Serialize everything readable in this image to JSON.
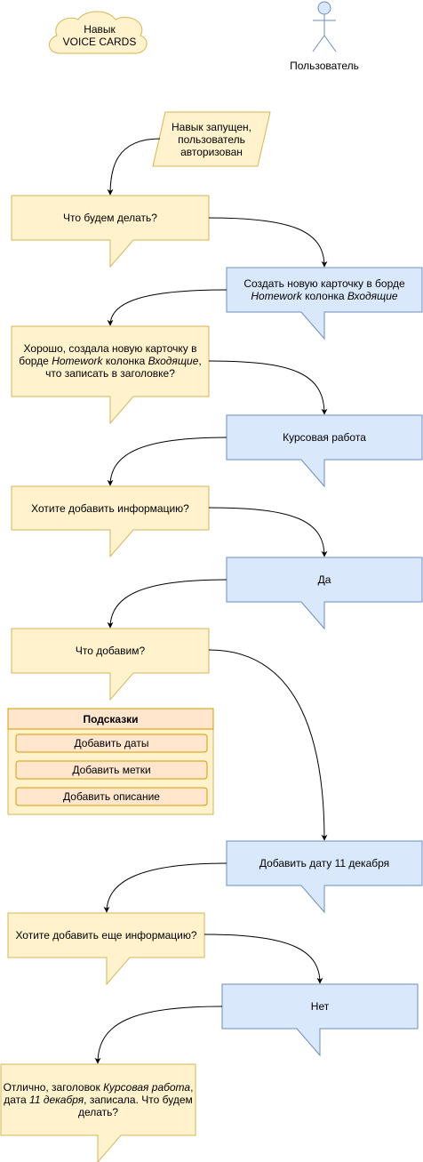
{
  "skill": {
    "line1": "Навык",
    "line2": "VOICE CARDS"
  },
  "actor": {
    "label": "Пользователь"
  },
  "start": {
    "line1": "Навык запущен,",
    "line2": "пользователь",
    "line3": "авторизован"
  },
  "bot1": {
    "text": "Что будем делать?"
  },
  "user1": {
    "line1": "Создать новую карточку в борде",
    "board": "Homework",
    "mid": " колонка ",
    "column": "Входящие"
  },
  "bot2": {
    "line1": "Хорошо, создала новую карточку в",
    "pre": "борде ",
    "board": "Homework",
    "mid": " колонка ",
    "column": "Входящие",
    "comma": ",",
    "line3": "что записать в заголовке?"
  },
  "user2": {
    "text": "Курсовая работа"
  },
  "bot3": {
    "text": "Хотите добавить информацию?"
  },
  "user3": {
    "text": "Да"
  },
  "bot4": {
    "text": "Что добавим?"
  },
  "hints": {
    "title": "Подсказки",
    "items": [
      "Добавить даты",
      "Добавить метки",
      "Добавить описание"
    ]
  },
  "user4": {
    "text": "Добавить дату 11 декабря"
  },
  "bot5": {
    "text": "Хотите добавить еще информацию?"
  },
  "user5": {
    "text": "Нет"
  },
  "bot6": {
    "pre1": "Отлично, заголовок ",
    "title": "Курсовая работа",
    "post1": ",",
    "pre2": "дата ",
    "date": "11 декабря",
    "post2": ", записала. Что будем",
    "line3": "делать?"
  },
  "colors": {
    "bot_fill": "#fff2cc",
    "bot_stroke": "#d6b656",
    "user_fill": "#dae8fc",
    "user_stroke": "#6c8ebf",
    "hint_fill": "#ffe6cc",
    "hint_stroke": "#d79b00",
    "actor_fill": "#dae8fc",
    "actor_stroke": "#6c8ebf"
  }
}
